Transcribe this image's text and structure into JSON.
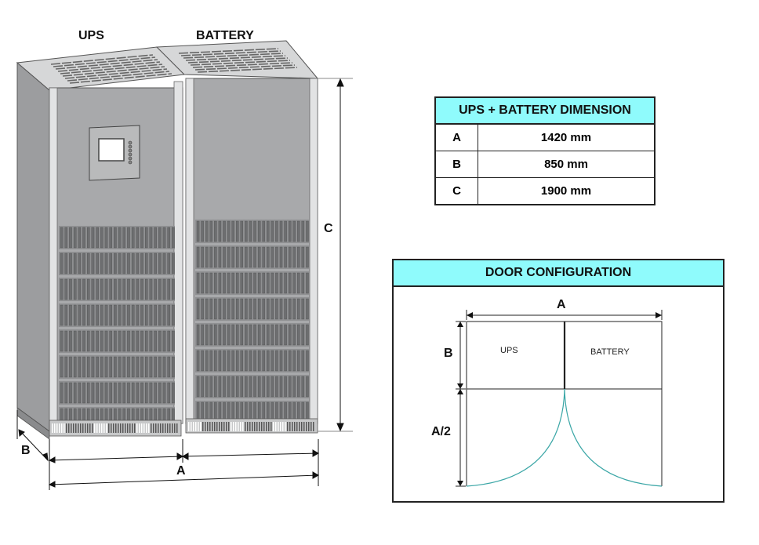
{
  "cabinet_labels": {
    "ups": "UPS",
    "battery": "BATTERY"
  },
  "dimension_labels": {
    "a": "A",
    "b": "B",
    "c": "C"
  },
  "dimension_table": {
    "title": "UPS + BATTERY DIMENSION",
    "rows": [
      {
        "key": "A",
        "value": "1420 mm"
      },
      {
        "key": "B",
        "value": "850 mm"
      },
      {
        "key": "C",
        "value": "1900 mm"
      }
    ]
  },
  "door_configuration": {
    "title": "DOOR CONFIGURATION",
    "width_label": "A",
    "depth_label": "B",
    "swing_label": "A/2",
    "left_compartment": "UPS",
    "right_compartment": "BATTERY"
  },
  "colors": {
    "header_fill": "#8ffbfc",
    "door_arc": "#3aa6a6",
    "cabinet_body": "#a8a9ab",
    "cabinet_side": "#9c9d9f",
    "grille_dark": "#6d6e70"
  }
}
